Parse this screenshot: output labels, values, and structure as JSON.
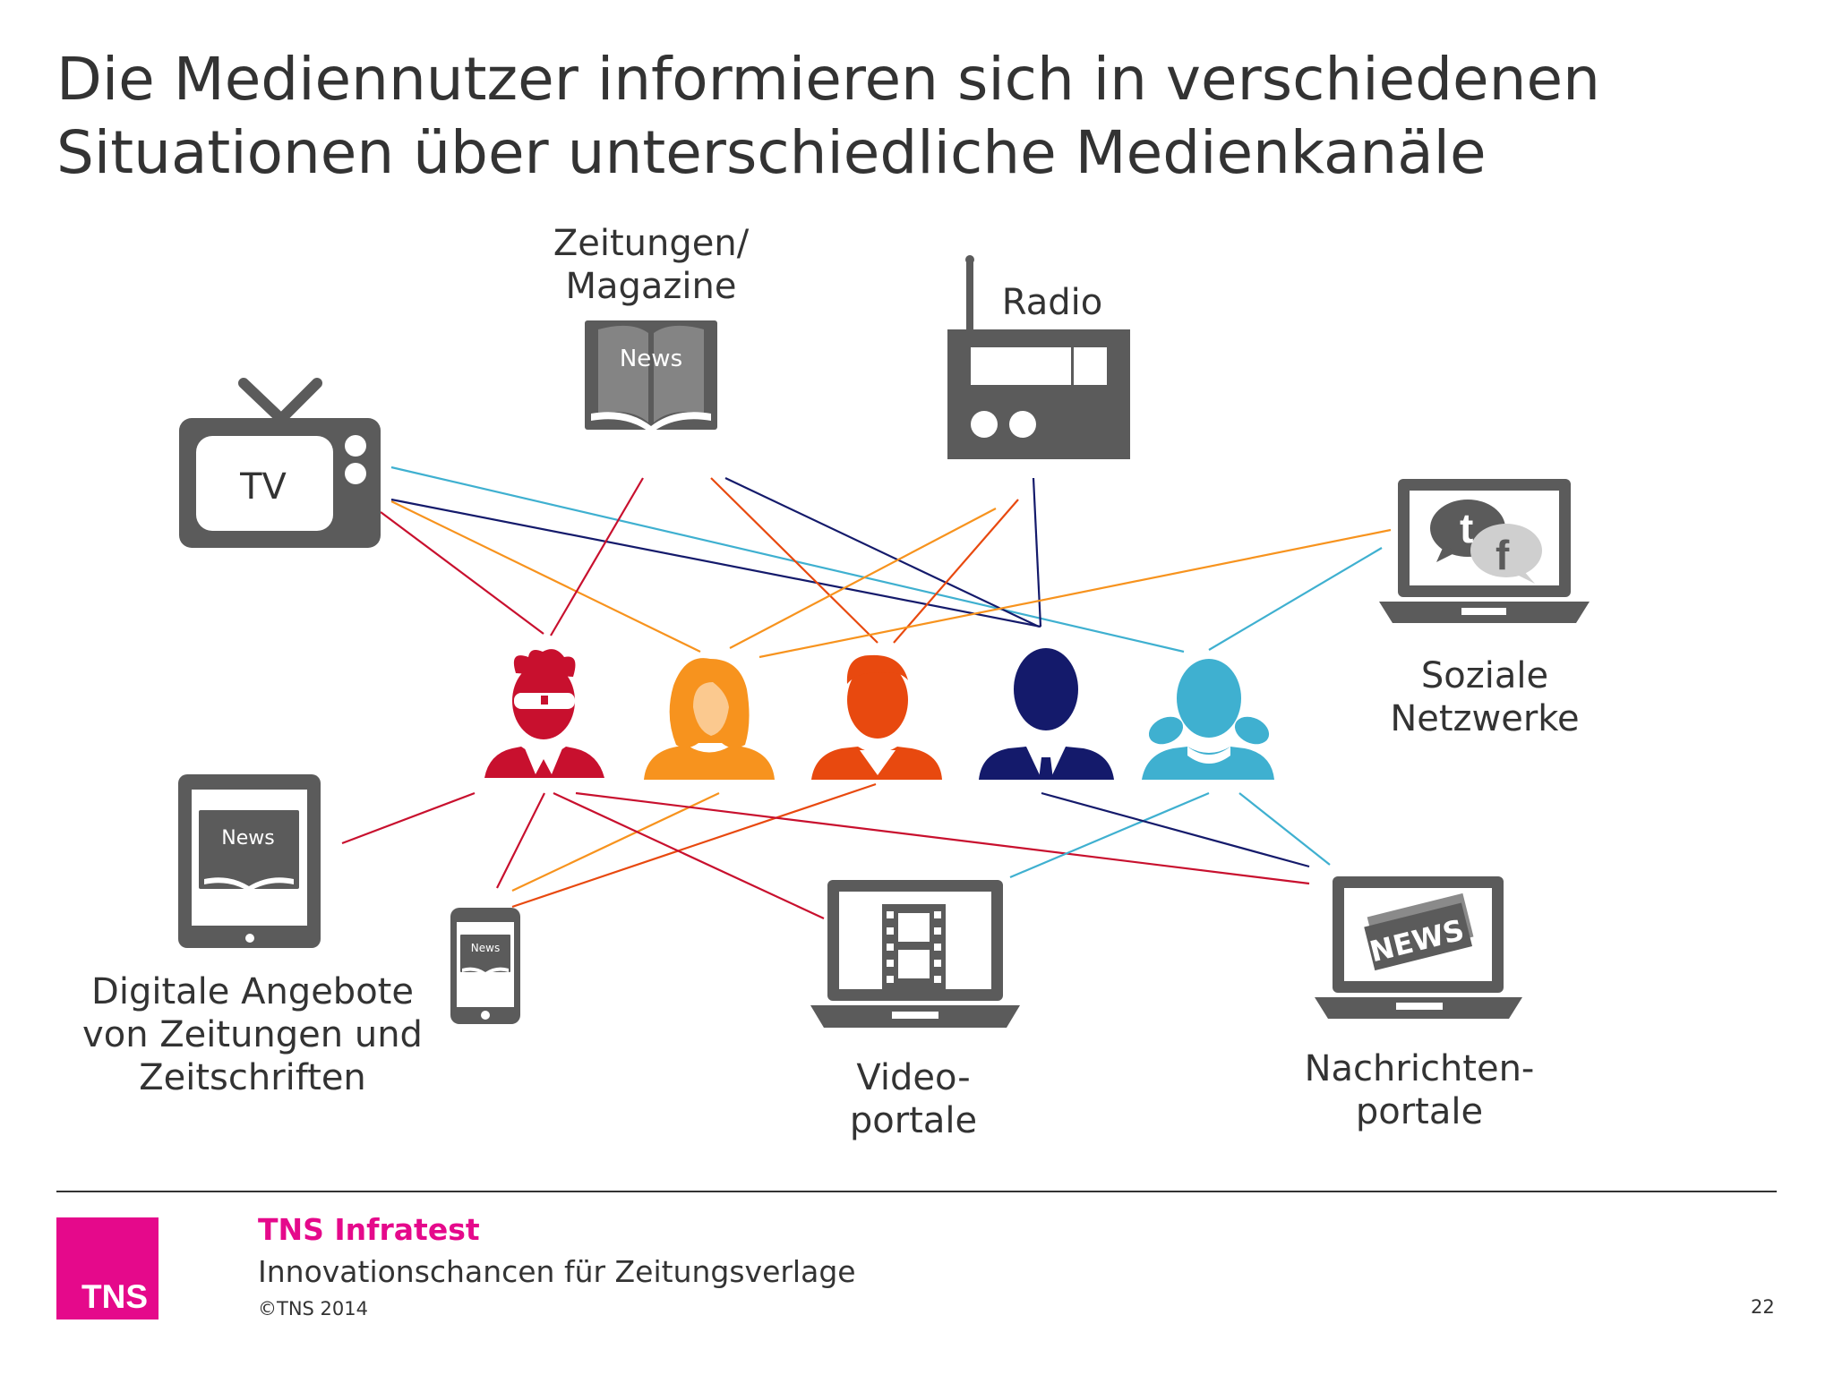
{
  "title": {
    "line1": "Die Mediennutzer informieren sich in verschiedenen",
    "line2": "Situationen über unterschiedliche Medienkanäle"
  },
  "channels": {
    "tv": {
      "label": "TV"
    },
    "zeitungen": {
      "line1": "Zeitungen/",
      "line2": "Magazine",
      "icon_text": "News"
    },
    "radio": {
      "label": "Radio"
    },
    "soziale": {
      "line1": "Soziale",
      "line2": "Netzwerke"
    },
    "digitale": {
      "line1": "Digitale Angebote",
      "line2": "von Zeitungen und",
      "line3": "Zeitschriften",
      "tablet_text": "News",
      "phone_text": "News"
    },
    "video": {
      "line1": "Video-",
      "line2": "portale"
    },
    "nachrichten": {
      "line1": "Nachrichten-",
      "line2": "portale",
      "icon_text": "NEWS"
    }
  },
  "user_colors": {
    "red": "#c8102e",
    "orange_light": "#f7931e",
    "orange_dark": "#e8490f",
    "navy": "#141a6b",
    "cyan": "#3fb0d0"
  },
  "icon_color": "#5b5b5b",
  "footer": {
    "brand": "TNS Infratest",
    "subtitle": "Innovationschancen für Zeitungsverlage",
    "copyright": "©TNS 2014",
    "page": "22",
    "logo_text": "TNS",
    "brand_color": "#e5098b"
  }
}
